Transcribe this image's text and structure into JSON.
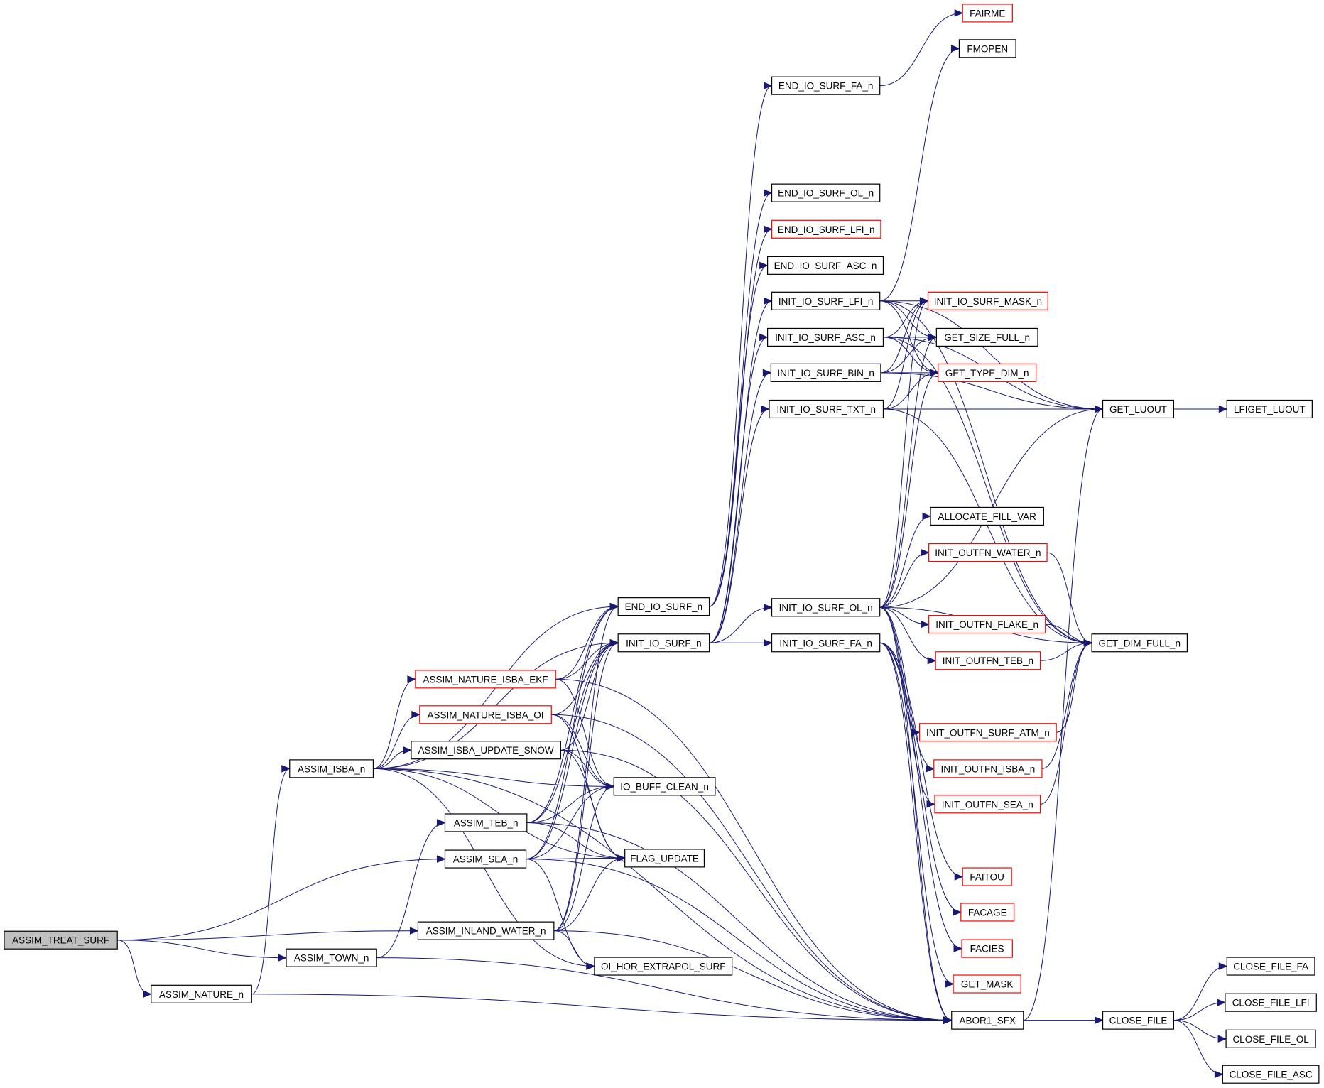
{
  "graph": {
    "colors": {
      "edge": "#191970",
      "border_normal": "#000000",
      "border_has_more": "#ff0000",
      "root_fill": "#bfbfbf",
      "background": "#ffffff"
    },
    "root": "ASSIM_TREAT_SURF",
    "nodes": [
      {
        "id": "ASSIM_TREAT_SURF",
        "label": "ASSIM_TREAT_SURF",
        "root": true
      },
      {
        "id": "ASSIM_NATURE_n",
        "label": "ASSIM_NATURE_n"
      },
      {
        "id": "ASSIM_TOWN_n",
        "label": "ASSIM_TOWN_n"
      },
      {
        "id": "ASSIM_ISBA_n",
        "label": "ASSIM_ISBA_n"
      },
      {
        "id": "ASSIM_NATURE_ISBA_EKF",
        "label": "ASSIM_NATURE_ISBA_EKF",
        "red": true
      },
      {
        "id": "ASSIM_NATURE_ISBA_OI",
        "label": "ASSIM_NATURE_ISBA_OI",
        "red": true
      },
      {
        "id": "ASSIM_ISBA_UPDATE_SNOW",
        "label": "ASSIM_ISBA_UPDATE_SNOW"
      },
      {
        "id": "ASSIM_TEB_n",
        "label": "ASSIM_TEB_n"
      },
      {
        "id": "ASSIM_SEA_n",
        "label": "ASSIM_SEA_n"
      },
      {
        "id": "ASSIM_INLAND_WATER_n",
        "label": "ASSIM_INLAND_WATER_n"
      },
      {
        "id": "END_IO_SURF_n",
        "label": "END_IO_SURF_n"
      },
      {
        "id": "INIT_IO_SURF_n",
        "label": "INIT_IO_SURF_n"
      },
      {
        "id": "IO_BUFF_CLEAN_n",
        "label": "IO_BUFF_CLEAN_n"
      },
      {
        "id": "FLAG_UPDATE",
        "label": "FLAG_UPDATE"
      },
      {
        "id": "OI_HOR_EXTRAPOL_SURF",
        "label": "OI_HOR_EXTRAPOL_SURF"
      },
      {
        "id": "END_IO_SURF_FA_n",
        "label": "END_IO_SURF_FA_n"
      },
      {
        "id": "END_IO_SURF_OL_n",
        "label": "END_IO_SURF_OL_n"
      },
      {
        "id": "END_IO_SURF_LFI_n",
        "label": "END_IO_SURF_LFI_n",
        "red": true
      },
      {
        "id": "END_IO_SURF_ASC_n",
        "label": "END_IO_SURF_ASC_n"
      },
      {
        "id": "INIT_IO_SURF_LFI_n",
        "label": "INIT_IO_SURF_LFI_n"
      },
      {
        "id": "INIT_IO_SURF_ASC_n",
        "label": "INIT_IO_SURF_ASC_n"
      },
      {
        "id": "INIT_IO_SURF_BIN_n",
        "label": "INIT_IO_SURF_BIN_n"
      },
      {
        "id": "INIT_IO_SURF_TXT_n",
        "label": "INIT_IO_SURF_TXT_n"
      },
      {
        "id": "INIT_IO_SURF_OL_n",
        "label": "INIT_IO_SURF_OL_n"
      },
      {
        "id": "INIT_IO_SURF_FA_n",
        "label": "INIT_IO_SURF_FA_n"
      },
      {
        "id": "FAIRME",
        "label": "FAIRME",
        "red": true
      },
      {
        "id": "FMOPEN",
        "label": "FMOPEN"
      },
      {
        "id": "INIT_IO_SURF_MASK_n",
        "label": "INIT_IO_SURF_MASK_n",
        "red": true
      },
      {
        "id": "GET_SIZE_FULL_n",
        "label": "GET_SIZE_FULL_n"
      },
      {
        "id": "GET_TYPE_DIM_n",
        "label": "GET_TYPE_DIM_n",
        "red": true
      },
      {
        "id": "ALLOCATE_FILL_VAR",
        "label": "ALLOCATE_FILL_VAR"
      },
      {
        "id": "INIT_OUTFN_WATER_n",
        "label": "INIT_OUTFN_WATER_n",
        "red": true
      },
      {
        "id": "INIT_OUTFN_FLAKE_n",
        "label": "INIT_OUTFN_FLAKE_n",
        "red": true
      },
      {
        "id": "INIT_OUTFN_TEB_n",
        "label": "INIT_OUTFN_TEB_n",
        "red": true
      },
      {
        "id": "INIT_OUTFN_SURF_ATM_n",
        "label": "INIT_OUTFN_SURF_ATM_n",
        "red": true
      },
      {
        "id": "INIT_OUTFN_ISBA_n",
        "label": "INIT_OUTFN_ISBA_n",
        "red": true
      },
      {
        "id": "INIT_OUTFN_SEA_n",
        "label": "INIT_OUTFN_SEA_n",
        "red": true
      },
      {
        "id": "FAITOU",
        "label": "FAITOU",
        "red": true
      },
      {
        "id": "FACAGE",
        "label": "FACAGE",
        "red": true
      },
      {
        "id": "FACIES",
        "label": "FACIES",
        "red": true
      },
      {
        "id": "GET_MASK",
        "label": "GET_MASK",
        "red": true
      },
      {
        "id": "ABOR1_SFX",
        "label": "ABOR1_SFX"
      },
      {
        "id": "GET_LUOUT",
        "label": "GET_LUOUT"
      },
      {
        "id": "LFIGET_LUOUT",
        "label": "LFIGET_LUOUT"
      },
      {
        "id": "GET_DIM_FULL_n",
        "label": "GET_DIM_FULL_n"
      },
      {
        "id": "CLOSE_FILE",
        "label": "CLOSE_FILE"
      },
      {
        "id": "CLOSE_FILE_FA",
        "label": "CLOSE_FILE_FA"
      },
      {
        "id": "CLOSE_FILE_LFI",
        "label": "CLOSE_FILE_LFI"
      },
      {
        "id": "CLOSE_FILE_OL",
        "label": "CLOSE_FILE_OL"
      },
      {
        "id": "CLOSE_FILE_ASC",
        "label": "CLOSE_FILE_ASC"
      }
    ],
    "edges": [
      [
        "ASSIM_TREAT_SURF",
        "ASSIM_NATURE_n"
      ],
      [
        "ASSIM_TREAT_SURF",
        "ASSIM_TOWN_n"
      ],
      [
        "ASSIM_TREAT_SURF",
        "ASSIM_SEA_n"
      ],
      [
        "ASSIM_TREAT_SURF",
        "ASSIM_INLAND_WATER_n"
      ],
      [
        "ASSIM_NATURE_n",
        "ASSIM_ISBA_n"
      ],
      [
        "ASSIM_NATURE_n",
        "ABOR1_SFX"
      ],
      [
        "ASSIM_TOWN_n",
        "ASSIM_TEB_n"
      ],
      [
        "ASSIM_TOWN_n",
        "ABOR1_SFX"
      ],
      [
        "ASSIM_ISBA_n",
        "END_IO_SURF_n"
      ],
      [
        "ASSIM_ISBA_n",
        "INIT_IO_SURF_n"
      ],
      [
        "ASSIM_ISBA_n",
        "ASSIM_NATURE_ISBA_EKF"
      ],
      [
        "ASSIM_ISBA_n",
        "ASSIM_NATURE_ISBA_OI"
      ],
      [
        "ASSIM_ISBA_n",
        "ASSIM_ISBA_UPDATE_SNOW"
      ],
      [
        "ASSIM_ISBA_n",
        "IO_BUFF_CLEAN_n"
      ],
      [
        "ASSIM_ISBA_n",
        "FLAG_UPDATE"
      ],
      [
        "ASSIM_ISBA_n",
        "OI_HOR_EXTRAPOL_SURF"
      ],
      [
        "ASSIM_ISBA_n",
        "ABOR1_SFX"
      ],
      [
        "ASSIM_NATURE_ISBA_EKF",
        "END_IO_SURF_n"
      ],
      [
        "ASSIM_NATURE_ISBA_EKF",
        "INIT_IO_SURF_n"
      ],
      [
        "ASSIM_NATURE_ISBA_EKF",
        "IO_BUFF_CLEAN_n"
      ],
      [
        "ASSIM_NATURE_ISBA_EKF",
        "ABOR1_SFX"
      ],
      [
        "ASSIM_NATURE_ISBA_OI",
        "INIT_IO_SURF_n"
      ],
      [
        "ASSIM_NATURE_ISBA_OI",
        "IO_BUFF_CLEAN_n"
      ],
      [
        "ASSIM_NATURE_ISBA_OI",
        "FLAG_UPDATE"
      ],
      [
        "ASSIM_NATURE_ISBA_OI",
        "ABOR1_SFX"
      ],
      [
        "ASSIM_ISBA_UPDATE_SNOW",
        "INIT_IO_SURF_n"
      ],
      [
        "ASSIM_ISBA_UPDATE_SNOW",
        "IO_BUFF_CLEAN_n"
      ],
      [
        "ASSIM_ISBA_UPDATE_SNOW",
        "FLAG_UPDATE"
      ],
      [
        "ASSIM_ISBA_UPDATE_SNOW",
        "ABOR1_SFX"
      ],
      [
        "ASSIM_TEB_n",
        "END_IO_SURF_n"
      ],
      [
        "ASSIM_TEB_n",
        "INIT_IO_SURF_n"
      ],
      [
        "ASSIM_TEB_n",
        "IO_BUFF_CLEAN_n"
      ],
      [
        "ASSIM_TEB_n",
        "FLAG_UPDATE"
      ],
      [
        "ASSIM_TEB_n",
        "ABOR1_SFX"
      ],
      [
        "ASSIM_SEA_n",
        "END_IO_SURF_n"
      ],
      [
        "ASSIM_SEA_n",
        "INIT_IO_SURF_n"
      ],
      [
        "ASSIM_SEA_n",
        "IO_BUFF_CLEAN_n"
      ],
      [
        "ASSIM_SEA_n",
        "FLAG_UPDATE"
      ],
      [
        "ASSIM_SEA_n",
        "OI_HOR_EXTRAPOL_SURF"
      ],
      [
        "ASSIM_SEA_n",
        "ABOR1_SFX"
      ],
      [
        "ASSIM_INLAND_WATER_n",
        "END_IO_SURF_n"
      ],
      [
        "ASSIM_INLAND_WATER_n",
        "INIT_IO_SURF_n"
      ],
      [
        "ASSIM_INLAND_WATER_n",
        "IO_BUFF_CLEAN_n"
      ],
      [
        "ASSIM_INLAND_WATER_n",
        "FLAG_UPDATE"
      ],
      [
        "ASSIM_INLAND_WATER_n",
        "OI_HOR_EXTRAPOL_SURF"
      ],
      [
        "ASSIM_INLAND_WATER_n",
        "ABOR1_SFX"
      ],
      [
        "END_IO_SURF_n",
        "END_IO_SURF_FA_n"
      ],
      [
        "END_IO_SURF_n",
        "END_IO_SURF_OL_n"
      ],
      [
        "END_IO_SURF_n",
        "END_IO_SURF_LFI_n"
      ],
      [
        "END_IO_SURF_n",
        "END_IO_SURF_ASC_n"
      ],
      [
        "INIT_IO_SURF_n",
        "INIT_IO_SURF_LFI_n"
      ],
      [
        "INIT_IO_SURF_n",
        "INIT_IO_SURF_ASC_n"
      ],
      [
        "INIT_IO_SURF_n",
        "INIT_IO_SURF_BIN_n"
      ],
      [
        "INIT_IO_SURF_n",
        "INIT_IO_SURF_TXT_n"
      ],
      [
        "INIT_IO_SURF_n",
        "INIT_IO_SURF_OL_n"
      ],
      [
        "INIT_IO_SURF_n",
        "INIT_IO_SURF_FA_n"
      ],
      [
        "END_IO_SURF_FA_n",
        "FAIRME"
      ],
      [
        "INIT_IO_SURF_LFI_n",
        "FMOPEN"
      ],
      [
        "INIT_IO_SURF_LFI_n",
        "INIT_IO_SURF_MASK_n"
      ],
      [
        "INIT_IO_SURF_LFI_n",
        "GET_SIZE_FULL_n"
      ],
      [
        "INIT_IO_SURF_LFI_n",
        "GET_TYPE_DIM_n"
      ],
      [
        "INIT_IO_SURF_LFI_n",
        "GET_LUOUT"
      ],
      [
        "INIT_IO_SURF_LFI_n",
        "GET_DIM_FULL_n"
      ],
      [
        "INIT_IO_SURF_ASC_n",
        "INIT_IO_SURF_MASK_n"
      ],
      [
        "INIT_IO_SURF_ASC_n",
        "GET_SIZE_FULL_n"
      ],
      [
        "INIT_IO_SURF_ASC_n",
        "GET_TYPE_DIM_n"
      ],
      [
        "INIT_IO_SURF_ASC_n",
        "GET_LUOUT"
      ],
      [
        "INIT_IO_SURF_ASC_n",
        "GET_DIM_FULL_n"
      ],
      [
        "INIT_IO_SURF_BIN_n",
        "INIT_IO_SURF_MASK_n"
      ],
      [
        "INIT_IO_SURF_BIN_n",
        "GET_SIZE_FULL_n"
      ],
      [
        "INIT_IO_SURF_BIN_n",
        "GET_TYPE_DIM_n"
      ],
      [
        "INIT_IO_SURF_BIN_n",
        "GET_LUOUT"
      ],
      [
        "INIT_IO_SURF_TXT_n",
        "INIT_IO_SURF_MASK_n"
      ],
      [
        "INIT_IO_SURF_TXT_n",
        "GET_TYPE_DIM_n"
      ],
      [
        "INIT_IO_SURF_TXT_n",
        "GET_LUOUT"
      ],
      [
        "INIT_IO_SURF_TXT_n",
        "GET_DIM_FULL_n"
      ],
      [
        "INIT_IO_SURF_OL_n",
        "INIT_IO_SURF_MASK_n"
      ],
      [
        "INIT_IO_SURF_OL_n",
        "GET_SIZE_FULL_n"
      ],
      [
        "INIT_IO_SURF_OL_n",
        "GET_TYPE_DIM_n"
      ],
      [
        "INIT_IO_SURF_OL_n",
        "GET_LUOUT"
      ],
      [
        "INIT_IO_SURF_OL_n",
        "ALLOCATE_FILL_VAR"
      ],
      [
        "INIT_IO_SURF_OL_n",
        "INIT_OUTFN_WATER_n"
      ],
      [
        "INIT_IO_SURF_OL_n",
        "INIT_OUTFN_FLAKE_n"
      ],
      [
        "INIT_IO_SURF_OL_n",
        "INIT_OUTFN_TEB_n"
      ],
      [
        "INIT_IO_SURF_OL_n",
        "INIT_OUTFN_SURF_ATM_n"
      ],
      [
        "INIT_IO_SURF_OL_n",
        "INIT_OUTFN_ISBA_n"
      ],
      [
        "INIT_IO_SURF_OL_n",
        "INIT_OUTFN_SEA_n"
      ],
      [
        "INIT_IO_SURF_OL_n",
        "GET_DIM_FULL_n"
      ],
      [
        "INIT_IO_SURF_OL_n",
        "ABOR1_SFX"
      ],
      [
        "INIT_IO_SURF_FA_n",
        "FAITOU"
      ],
      [
        "INIT_IO_SURF_FA_n",
        "FACAGE"
      ],
      [
        "INIT_IO_SURF_FA_n",
        "FACIES"
      ],
      [
        "INIT_IO_SURF_FA_n",
        "GET_MASK"
      ],
      [
        "INIT_IO_SURF_FA_n",
        "ABOR1_SFX"
      ],
      [
        "INIT_OUTFN_WATER_n",
        "GET_DIM_FULL_n"
      ],
      [
        "INIT_OUTFN_FLAKE_n",
        "GET_DIM_FULL_n"
      ],
      [
        "INIT_OUTFN_TEB_n",
        "GET_DIM_FULL_n"
      ],
      [
        "INIT_OUTFN_SURF_ATM_n",
        "GET_DIM_FULL_n"
      ],
      [
        "INIT_OUTFN_ISBA_n",
        "GET_DIM_FULL_n"
      ],
      [
        "INIT_OUTFN_SEA_n",
        "GET_DIM_FULL_n"
      ],
      [
        "ABOR1_SFX",
        "GET_LUOUT"
      ],
      [
        "ABOR1_SFX",
        "CLOSE_FILE"
      ],
      [
        "GET_LUOUT",
        "LFIGET_LUOUT"
      ],
      [
        "CLOSE_FILE",
        "CLOSE_FILE_FA"
      ],
      [
        "CLOSE_FILE",
        "CLOSE_FILE_LFI"
      ],
      [
        "CLOSE_FILE",
        "CLOSE_FILE_OL"
      ],
      [
        "CLOSE_FILE",
        "CLOSE_FILE_ASC"
      ]
    ]
  }
}
